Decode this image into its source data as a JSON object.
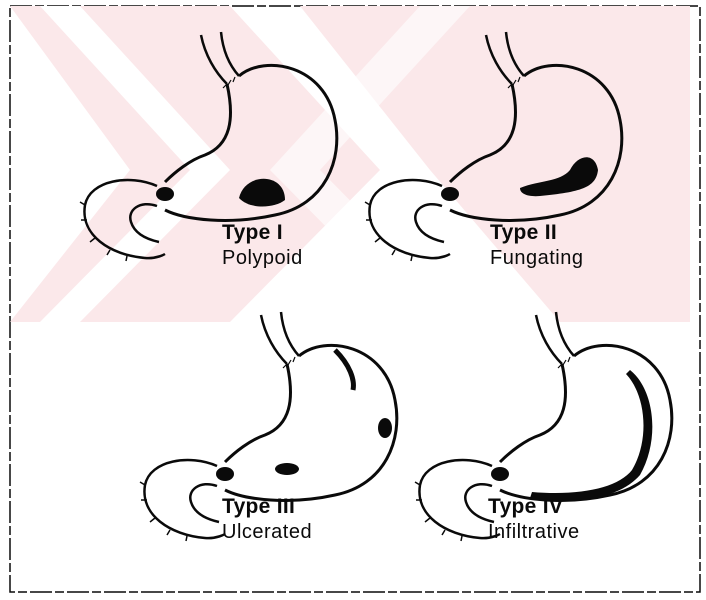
{
  "colors": {
    "background": "#ffffff",
    "watermark": "#fbe8ea",
    "ink": "#0a0a0a"
  },
  "panels": [
    {
      "type": "Type I",
      "name": "Polypoid"
    },
    {
      "type": "Type II",
      "name": "Fungating"
    },
    {
      "type": "Type III",
      "name": "Ulcerated"
    },
    {
      "type": "Type IV",
      "name": "Infiltrative"
    }
  ]
}
